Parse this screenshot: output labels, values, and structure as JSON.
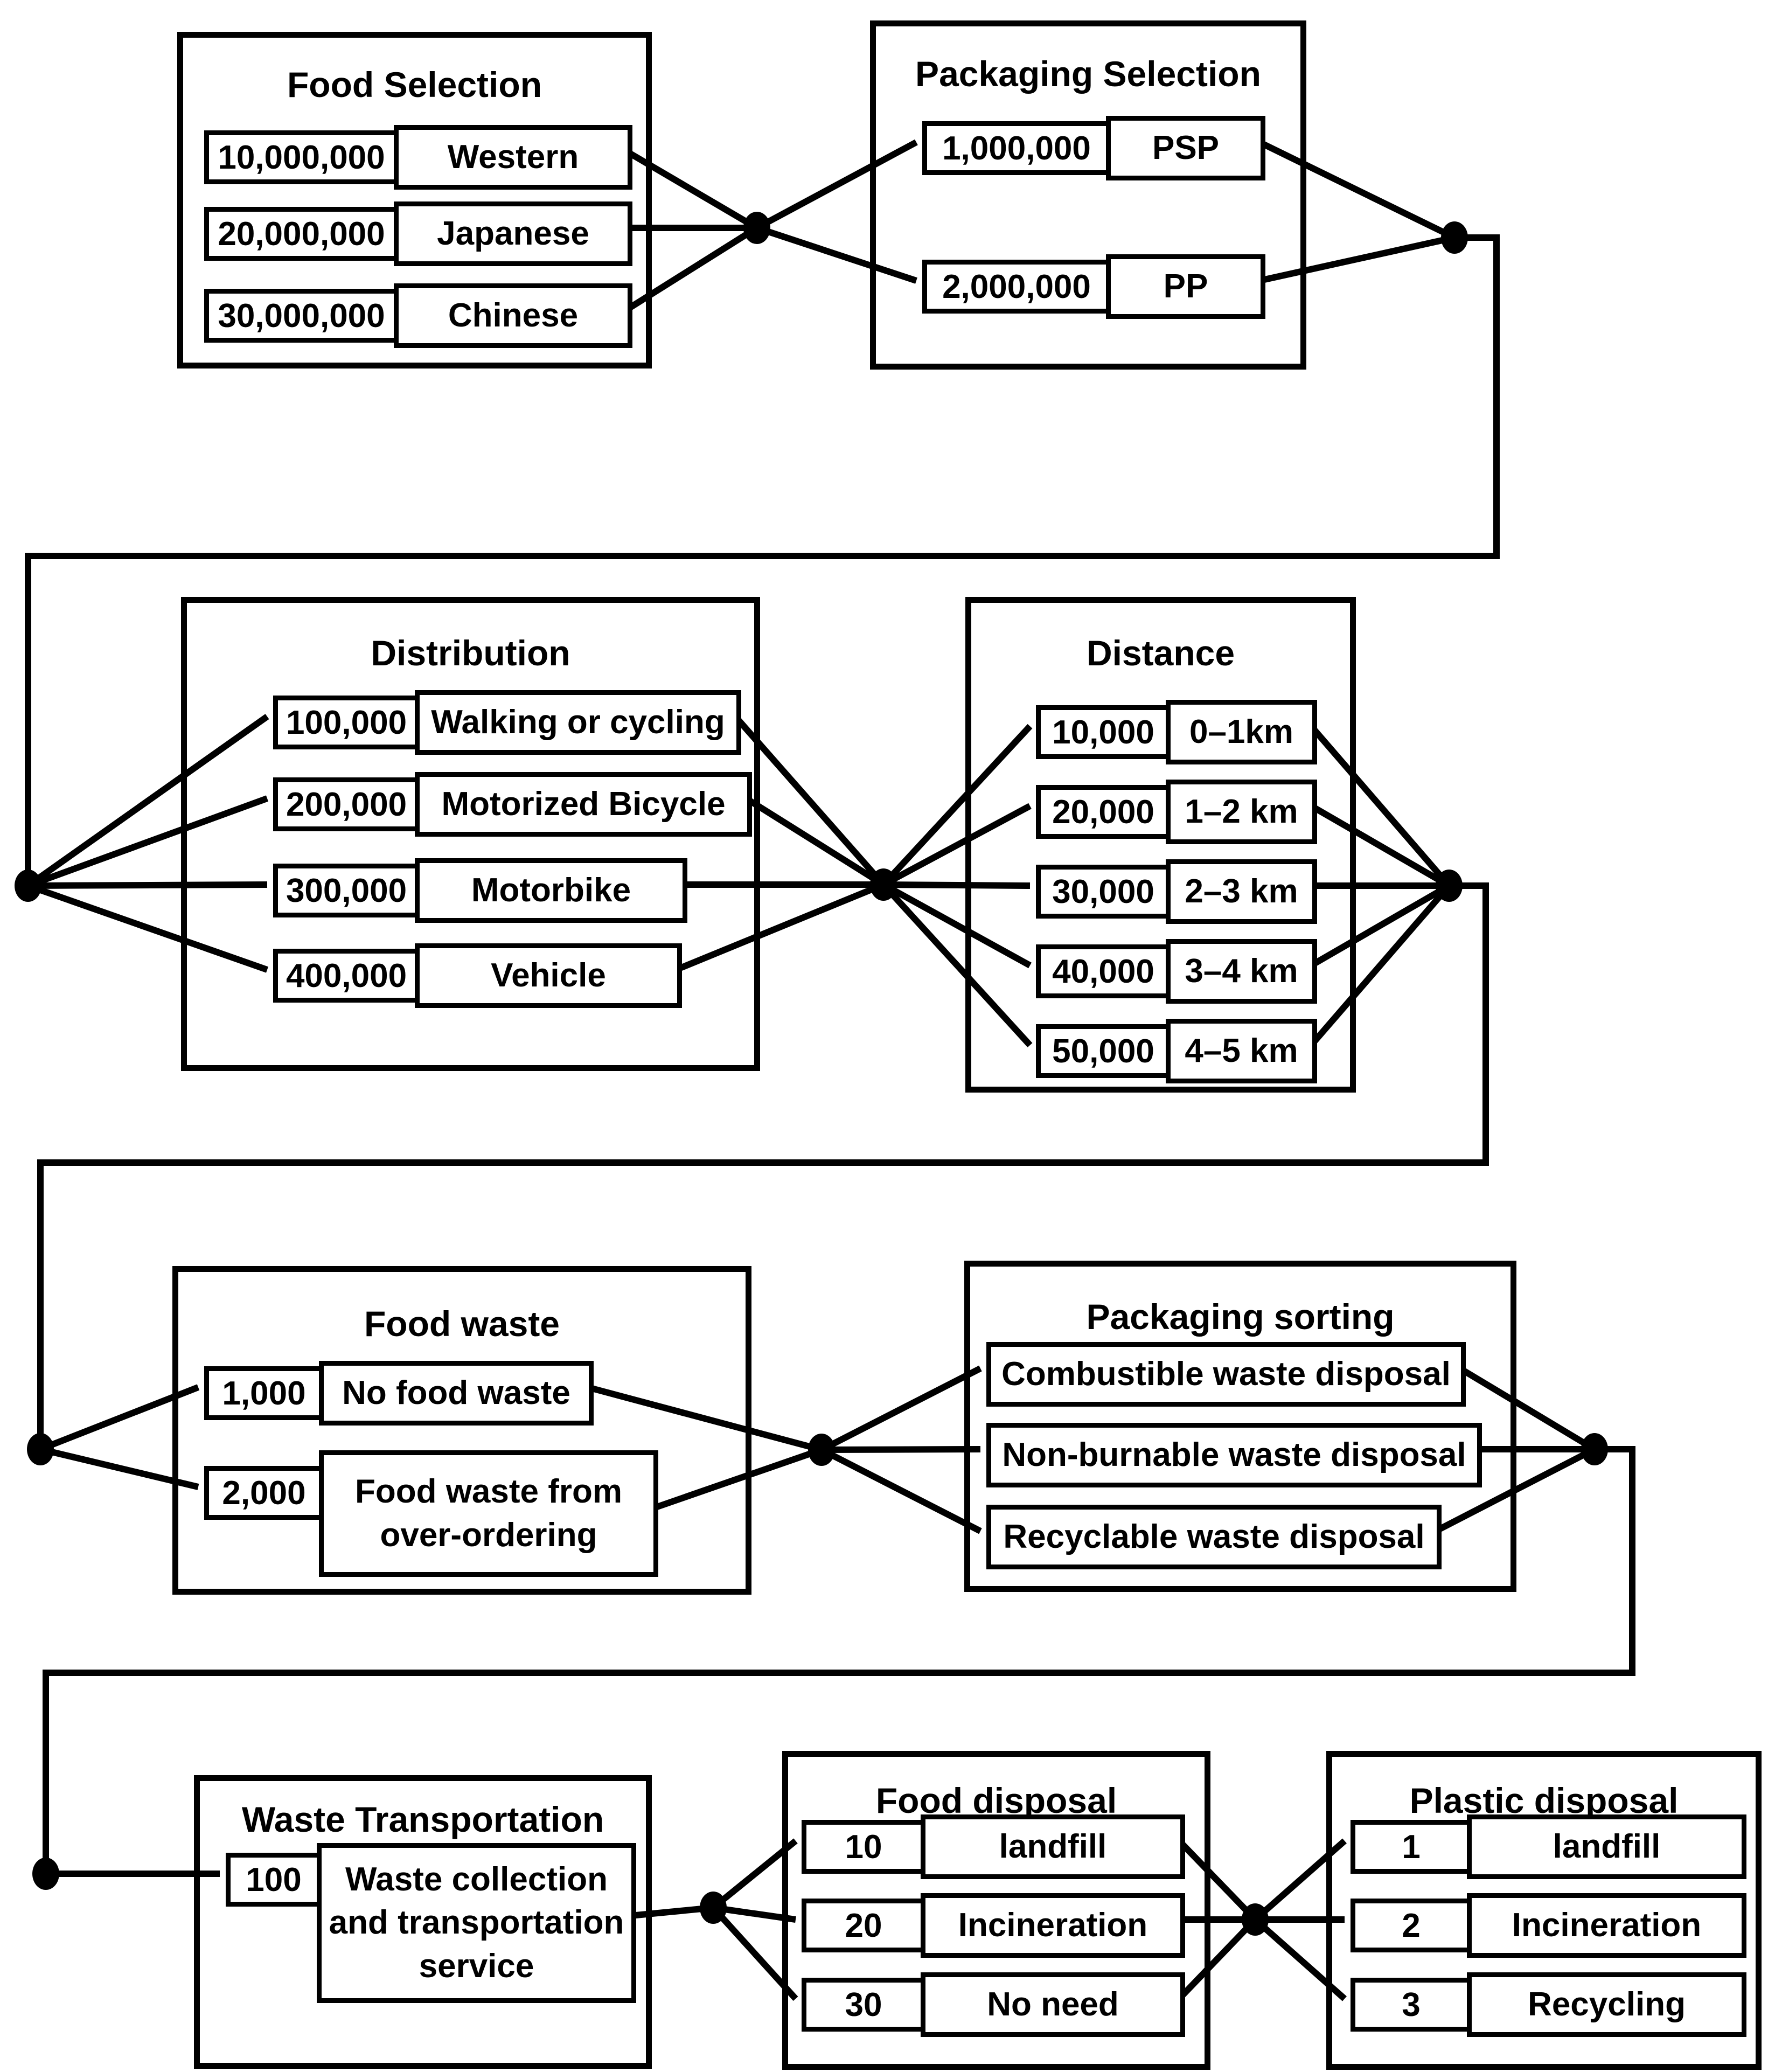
{
  "figure": {
    "background_color": "#ffffff",
    "line_color": "#000000",
    "groups": [
      {
        "title": "Food Selection",
        "options": [
          {
            "value": "10,000,000",
            "label": "Western"
          },
          {
            "value": "20,000,000",
            "label": "Japanese"
          },
          {
            "value": "30,000,000",
            "label": "Chinese"
          }
        ]
      },
      {
        "title": "Packaging Selection",
        "options": [
          {
            "value": "1,000,000",
            "label": "PSP"
          },
          {
            "value": "2,000,000",
            "label": "PP"
          }
        ]
      },
      {
        "title": "Distribution",
        "options": [
          {
            "value": "100,000",
            "label": "Walking or cycling"
          },
          {
            "value": "200,000",
            "label": "Motorized Bicycle"
          },
          {
            "value": "300,000",
            "label": "Motorbike"
          },
          {
            "value": "400,000",
            "label": "Vehicle"
          }
        ]
      },
      {
        "title": "Distance",
        "options": [
          {
            "value": "10,000",
            "label": "0–1km"
          },
          {
            "value": "20,000",
            "label": "1–2 km"
          },
          {
            "value": "30,000",
            "label": "2–3 km"
          },
          {
            "value": "40,000",
            "label": "3–4 km"
          },
          {
            "value": "50,000",
            "label": "4–5 km"
          }
        ]
      },
      {
        "title": "Food waste",
        "options": [
          {
            "value": "1,000",
            "label": "No food waste"
          },
          {
            "value": "2,000",
            "label": "Food waste from\nover-ordering"
          }
        ]
      },
      {
        "title": "Packaging sorting",
        "options": [
          {
            "label": "Combustible waste disposal"
          },
          {
            "label": "Non-burnable waste disposal"
          },
          {
            "label": "Recyclable waste disposal"
          }
        ]
      },
      {
        "title": "Waste Transportation",
        "options": [
          {
            "value": "100",
            "label": "Waste collection\nand transportation\nservice"
          }
        ]
      },
      {
        "title": "Food disposal",
        "options": [
          {
            "value": "10",
            "label": "landfill"
          },
          {
            "value": "20",
            "label": "Incineration"
          },
          {
            "value": "30",
            "label": "No need"
          }
        ]
      },
      {
        "title": "Plastic disposal",
        "options": [
          {
            "value": "1",
            "label": "landfill"
          },
          {
            "value": "2",
            "label": "Incineration"
          },
          {
            "value": "3",
            "label": "Recycling"
          }
        ]
      }
    ]
  }
}
